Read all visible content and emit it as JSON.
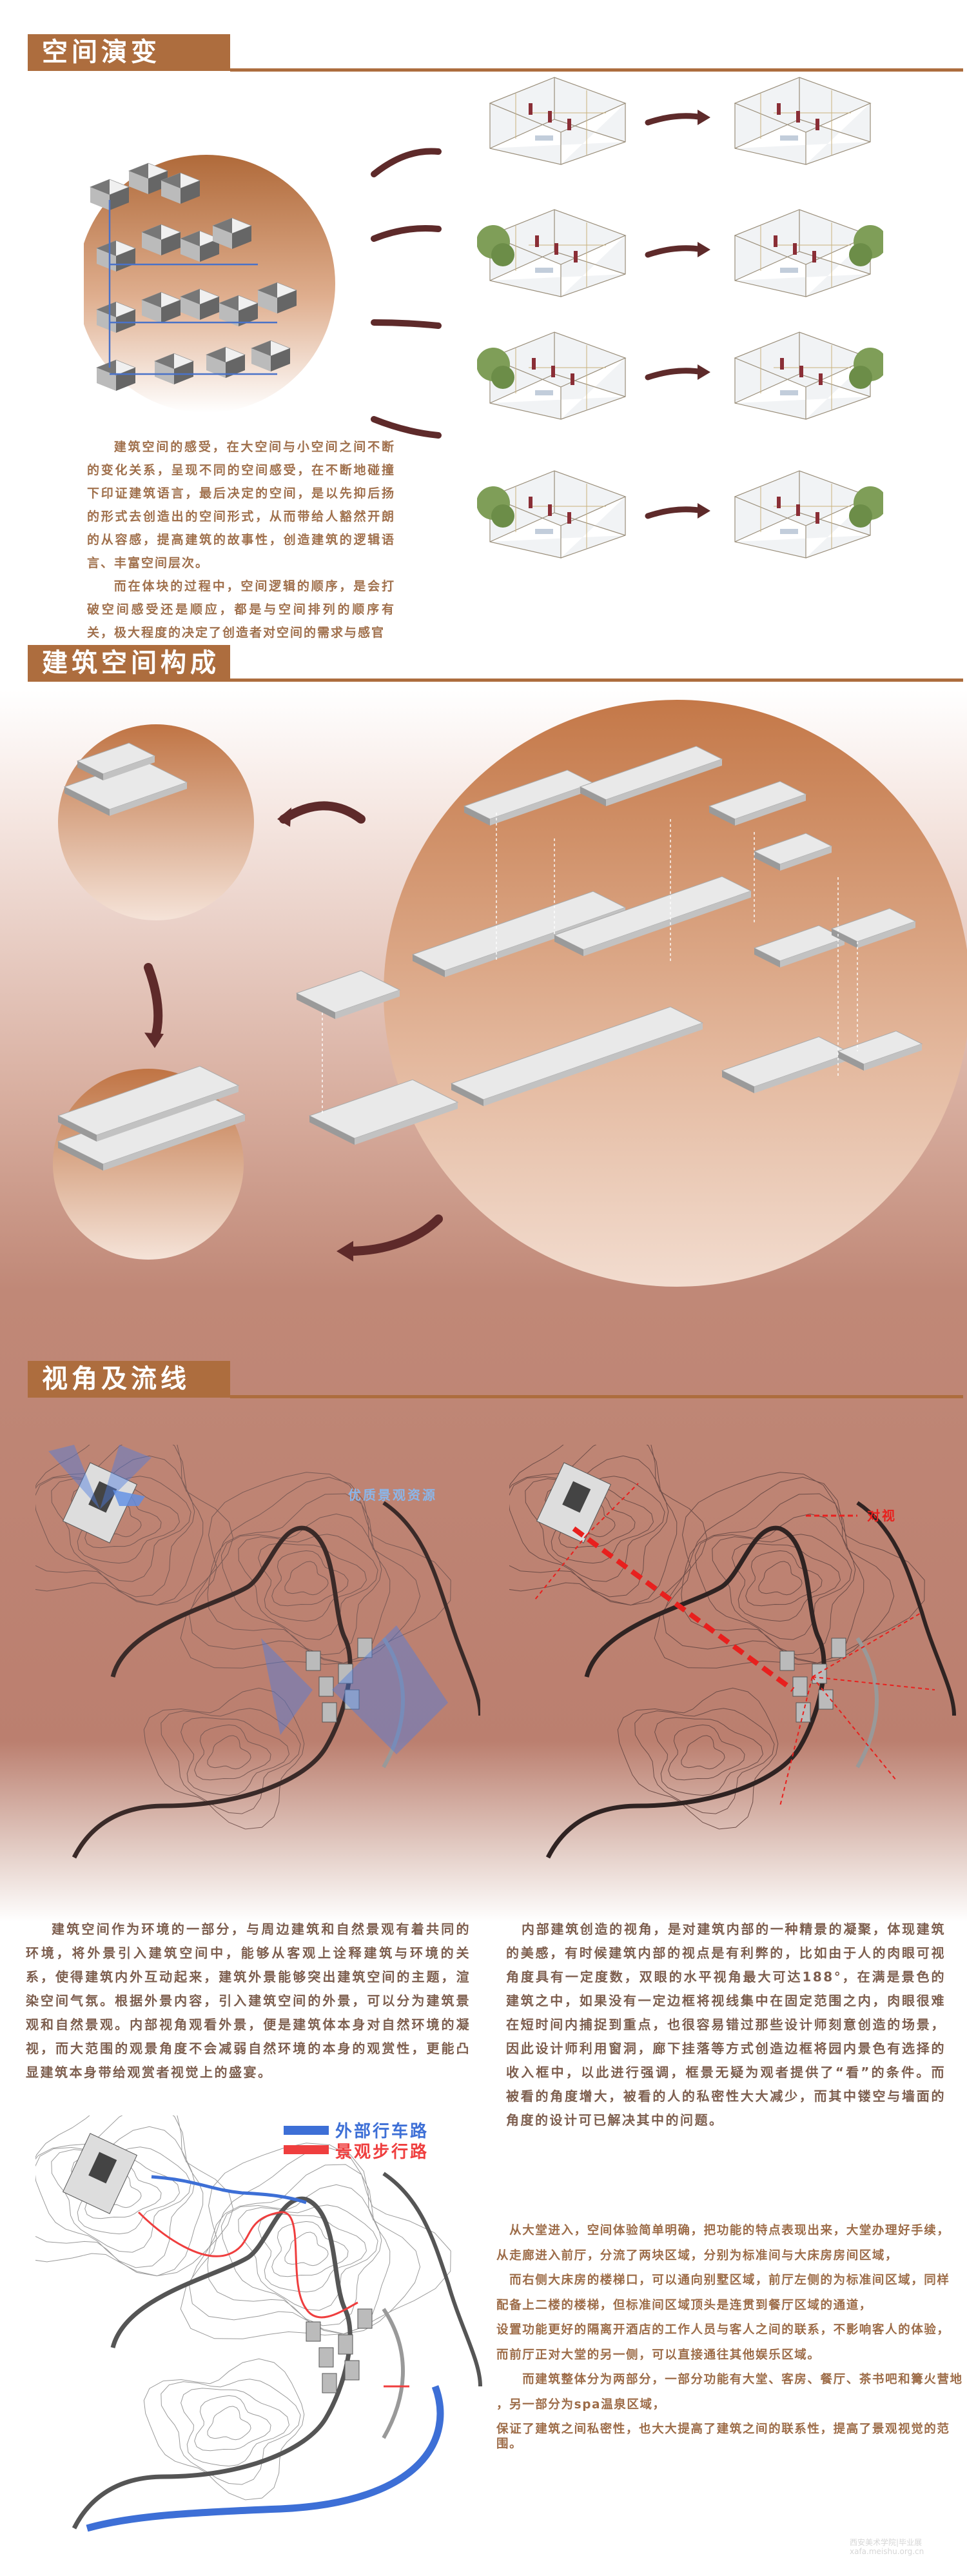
{
  "sections": {
    "evolution": {
      "title": "空间演变",
      "paragraphs": [
        "建筑空间的感受，在大空间与小空间之间不断的变化关系，呈现不同的空间感受，在不断地碰撞下印证建筑语言，最后决定的空间，是以先抑后扬的形式去创造出的空间形式，从而带给人豁然开朗的从容感，提高建筑的故事性，创造建筑的逻辑语言、丰富空间层次。",
        "而在体块的过程中，空间逻辑的顺序，是会打破空间感受还是顺应，都是与空间排列的顺序有关，极大程度的决定了创造者对空间的需求与感官"
      ]
    },
    "composition": {
      "title": "建筑空间构成"
    },
    "views": {
      "title": "视角及流线",
      "map_left_label": "优质景观资源",
      "map_right_label": "对视",
      "para_left": "建筑空间作为环境的一部分，与周边建筑和自然景观有着共同的环境，将外景引入建筑空间中，能够从客观上诠释建筑与环境的关系，使得建筑内外互动起来，建筑外景能够突出建筑空间的主题，渲染空间气氛。根据外景内容，引入建筑空间的外景，可以分为建筑景观和自然景观。内部视角观看外景，便是建筑体本身对自然环境的凝视，而大范围的观景角度不会减弱自然环境的本身的观赏性，更能凸显建筑本身带给观赏者视觉上的盛宴。",
      "para_right": "内部建筑创造的视角，是对建筑内部的一种精景的凝聚，体现建筑的美感，有时候建筑内部的视点是有利弊的，比如由于人的肉眼可视角度具有一定度数，双眼的水平视角最大可达188°，在满是景色的建筑之中，如果没有一定边框将视线集中在固定范围之内，肉眼很难在短时间内捕捉到重点，也很容易错过那些设计师刻意创造的场景，因此设计师利用窗洞，廊下挂落等方式创造边框将园内景色有选择的收入框中，以此进行强调，框景无疑为观者提供了“看”的条件。而被看的角度增大，被看的人的私密性大大减少，而其中镂空与墙面的角度的设计可已解决其中的问题。",
      "legend": {
        "vehicle_road": "外部行车路",
        "walking_path": "景观步行路"
      },
      "flow_lines": [
        "　从大堂进入，空间体验简单明确，把功能的特点表现出来，大堂办理好手续，",
        "从走廊进入前厅，分流了两块区域，分别为标准间与大床房房间区域，",
        "　而右侧大床房的楼梯口，可以通向别墅区域，前厅左侧的为标准间区域，同样",
        "配备上二楼的楼梯，但标准间区域顶头是连贯到餐厅区域的通道，",
        "设置功能更好的隔离开酒店的工作人员与客人之间的联系，不影响客人的体验，",
        "而前厅正对大堂的另一侧，可以直接通往其他娱乐区域。",
        "　　而建筑整体分为两部分，一部分功能有大堂、客房、餐厅、茶书吧和篝火营地",
        "，另一部分为spa温泉区域，",
        "保证了建筑之间私密性，也大大提高了建筑之间的联系性，提高了景观视觉的范",
        "围。"
      ]
    }
  },
  "watermark": {
    "school": "西安美术学院",
    "event": "毕业展",
    "url": "xafa.meishu.org.cn"
  },
  "colors": {
    "brand_brown": "#ad6d3e",
    "arrow_maroon": "#5e2a2a",
    "vehicle_blue": "#3d6fd6",
    "walk_red": "#ef3e3e"
  }
}
